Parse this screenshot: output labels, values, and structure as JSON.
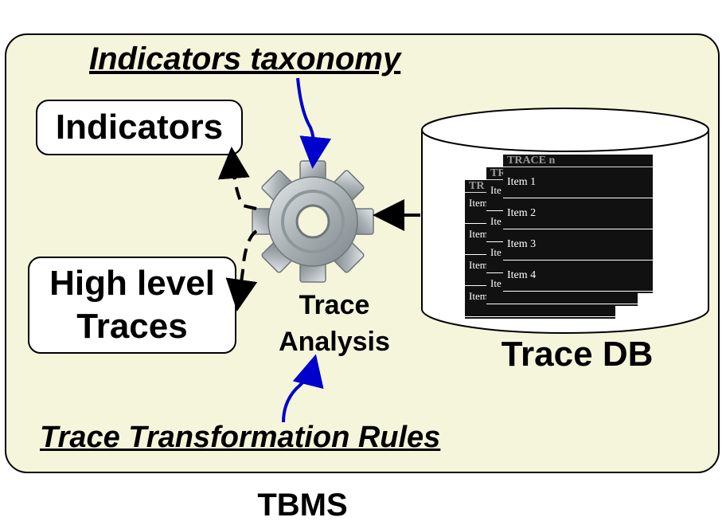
{
  "labels": {
    "taxonomy": "Indicators taxonomy",
    "indicators": "Indicators",
    "high_level_traces_line1": "High level",
    "high_level_traces_line2": "Traces",
    "analysis_line1": "Trace",
    "analysis_line2": "Analysis",
    "trace_db": "Trace DB",
    "rules": "Trace Transformation Rules",
    "system": "TBMS"
  },
  "trace_cards": [
    {
      "title": "TR",
      "items": [
        "Item",
        "Item",
        "Item",
        "Item"
      ]
    },
    {
      "title": "TR",
      "items": [
        "Ite",
        "Ite",
        "Ite",
        "Ite"
      ]
    },
    {
      "title": "TRACE n",
      "items": [
        "Item 1",
        "Item 2",
        "Item 3",
        "Item 4"
      ]
    }
  ],
  "colors": {
    "background_panel": "#f5f5dc",
    "input_arrow": "#0000cc",
    "flow_arrow": "#000000"
  }
}
